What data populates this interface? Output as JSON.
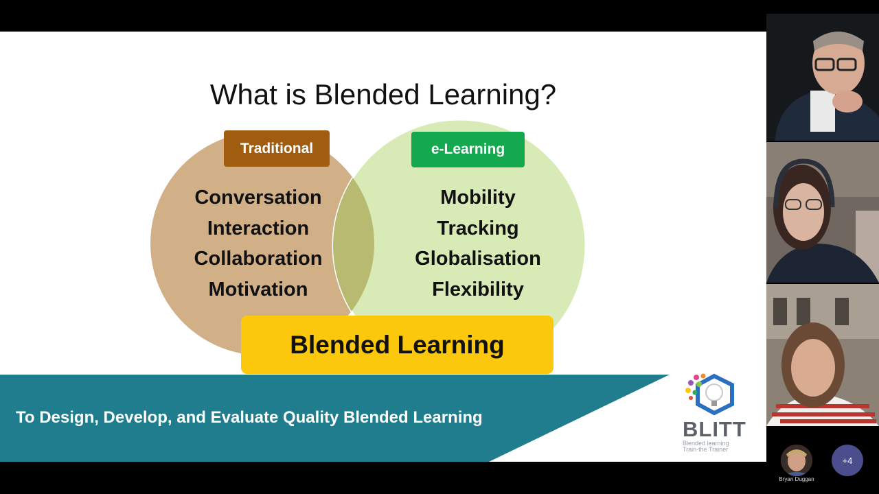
{
  "slide": {
    "title": "What is Blended Learning?",
    "traditional_label": "Traditional",
    "elearning_label": "e-Learning",
    "traditional_items": [
      "Conversation",
      "Interaction",
      "Collaboration",
      "Motivation"
    ],
    "elearning_items": [
      "Mobility",
      "Tracking",
      "Globalisation",
      "Flexibility"
    ],
    "overlap_label": "Blended Learning",
    "banner_text": "To Design, Develop, and Evaluate Quality Blended Learning",
    "logo": {
      "name": "BLITT",
      "tagline_line1": "Blended learning",
      "tagline_line2": "Train-the Trainer"
    }
  },
  "colors": {
    "traditional_circle": "#d1b088",
    "elearning_circle": "#d8ebb6",
    "overlap": "#b7ba70",
    "traditional_badge": "#a05d0f",
    "elearning_badge": "#14a84f",
    "blended_box": "#fcc80e",
    "banner": "#207d8d"
  },
  "participants": {
    "bottom_participant_name": "Bryan Duggan",
    "more_count": "+4"
  }
}
